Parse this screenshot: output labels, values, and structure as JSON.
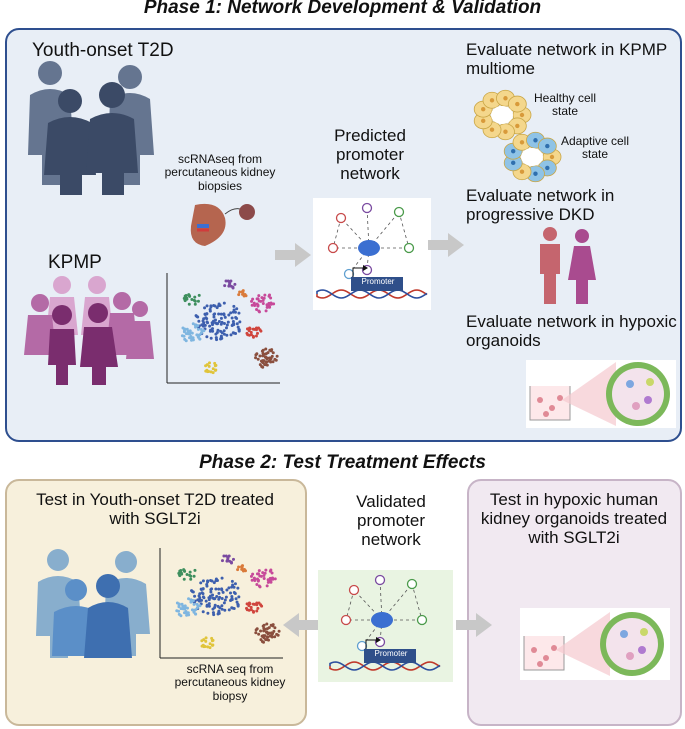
{
  "phase1": {
    "title": "Phase 1: Network Development & Validation",
    "youth_label": "Youth-onset T2D",
    "kpmp_label": "KPMP",
    "scrna_caption": "scRNAseq from percutaneous kidney biopsies",
    "predicted_label": "Predicted promoter network",
    "promoter_label": "Promoter",
    "eval_multiome": "Evaluate network in KPMP multiome",
    "healthy_label": "Healthy cell state",
    "adaptive_label": "Adaptive cell state",
    "eval_dkd": "Evaluate network in progressive DKD",
    "eval_organoids": "Evaluate network in hypoxic organoids"
  },
  "phase2": {
    "title": "Phase 2: Test Treatment Effects",
    "test_t2d": "Test in Youth-onset T2D treated with SGLT2i",
    "scrna_caption": "scRNA seq from percutaneous kidney biopsy",
    "validated_label": "Validated promoter network",
    "promoter_label": "Promoter",
    "test_organoids": "Test in hypoxic human kidney organoids treated with SGLT2i"
  },
  "colors": {
    "panel_border": "#2e4f8f",
    "panel1_bg": "#e8eef6",
    "panel2_left_bg": "#f7f0dc",
    "panel2_right_bg": "#f1e9f1",
    "people_navy": "#4a5a78",
    "people_purple": "#8b3f80",
    "people_blue": "#5f9fd0",
    "arrow_gray": "#c8c8c8"
  }
}
